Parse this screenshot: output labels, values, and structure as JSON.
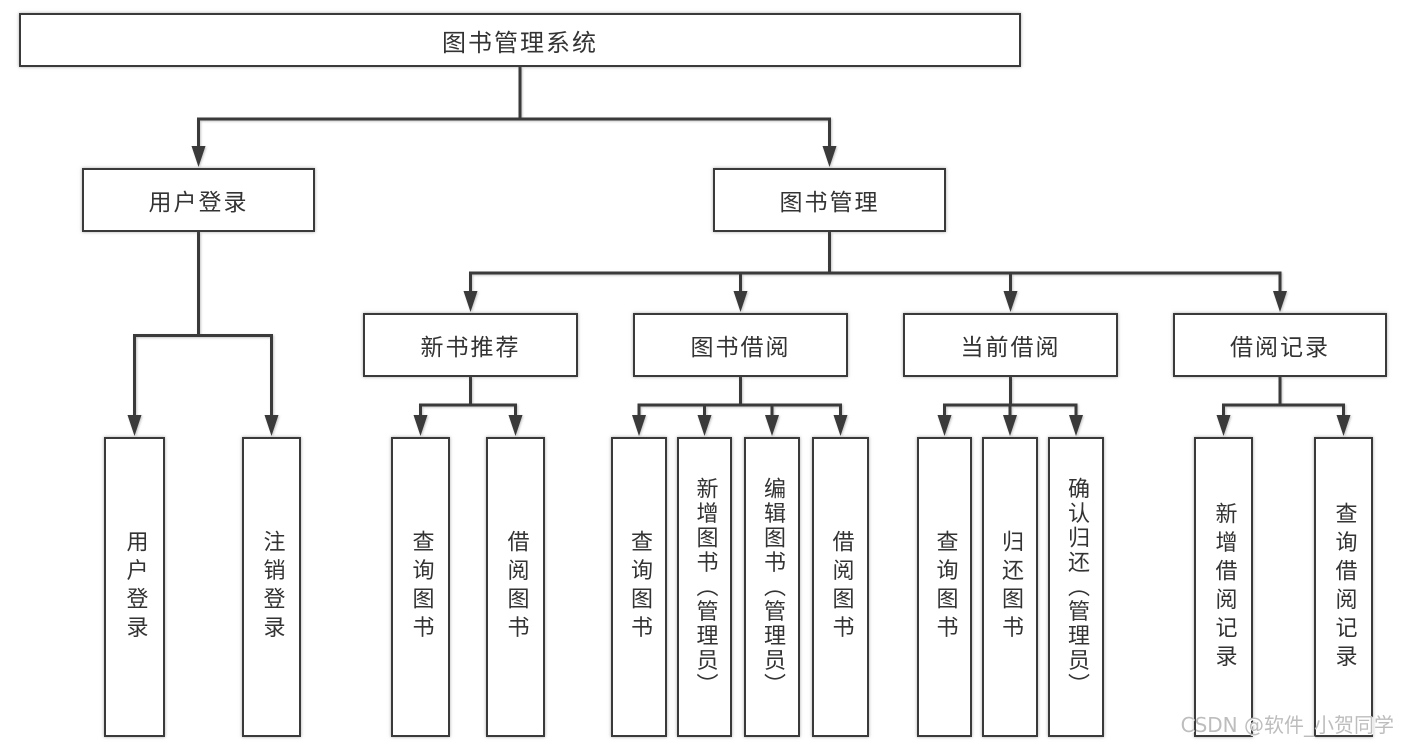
{
  "nodes": {
    "root": "图书管理系统",
    "user_login": "用户登录",
    "book_mgmt": "图书管理",
    "new_books": "新书推荐",
    "book_borrow": "图书借阅",
    "current_borrow": "当前借阅",
    "borrow_records": "借阅记录",
    "leaves": {
      "user_login": "用户登录",
      "logout": "注销登录",
      "nb_query_books": "查询图书",
      "nb_borrow_books": "借阅图书",
      "bb_query_books": "查询图书",
      "bb_add_books": "新增图书（管理员）",
      "bb_edit_books": "编辑图书（管理员）",
      "bb_borrow_books": "借阅图书",
      "cb_query_books": "查询图书",
      "cb_return_books": "归还图书",
      "cb_confirm_return": "确认归还（管理员）",
      "br_add_record": "新增借阅记录",
      "br_query_record": "查询借阅记录"
    }
  },
  "watermark": "CSDN @软件_小贺同学",
  "colors": {
    "line": "#3a3a3a",
    "text": "#333333",
    "watermark": "#bdbdbd",
    "background": "#ffffff"
  }
}
